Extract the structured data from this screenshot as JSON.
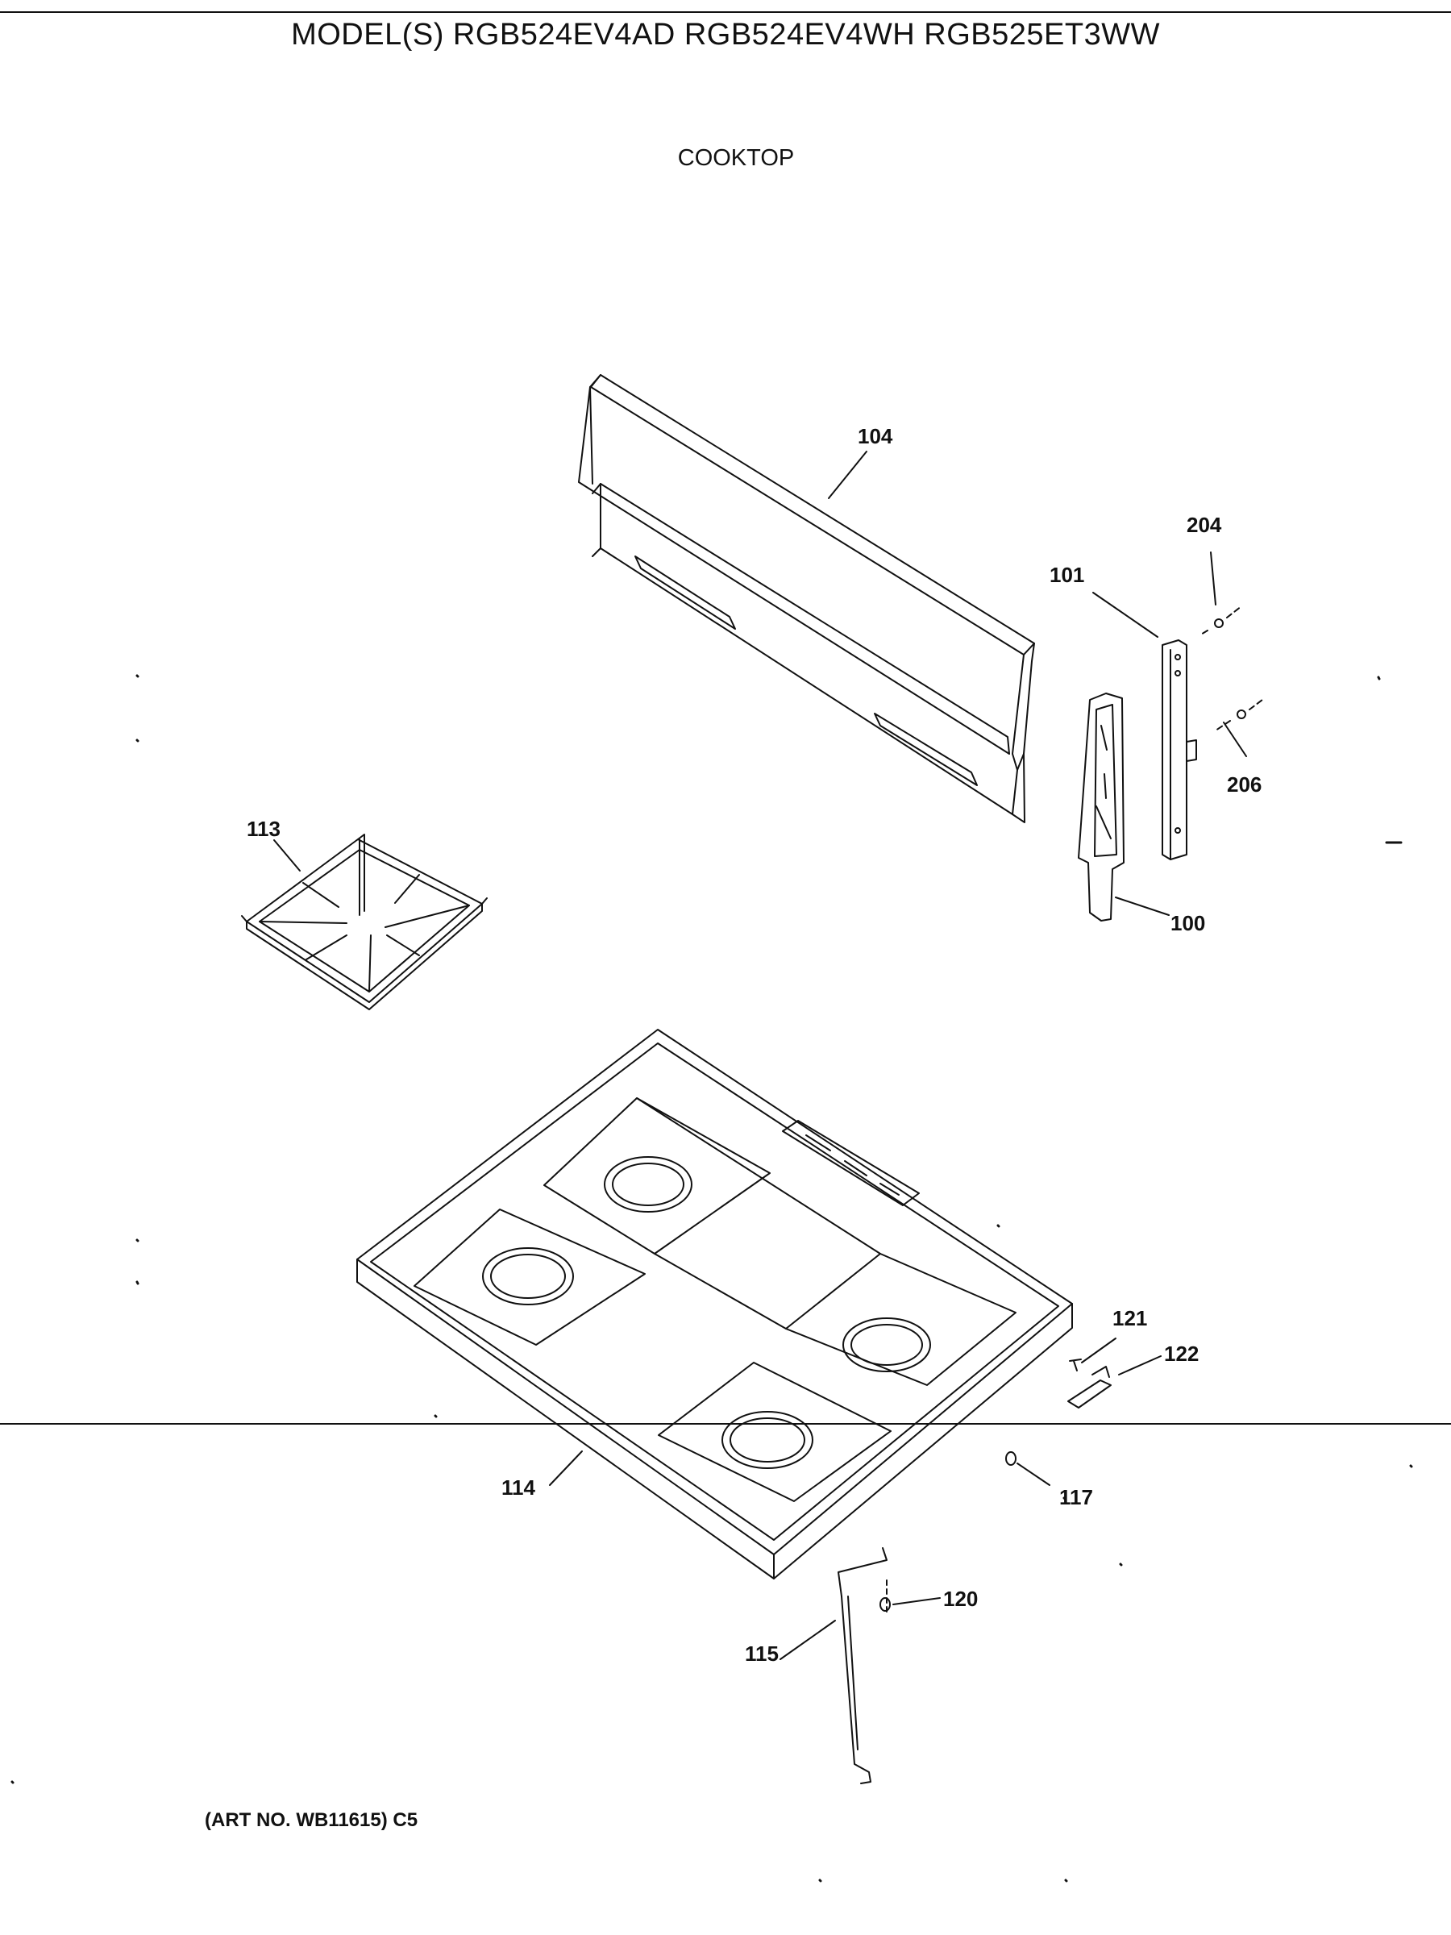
{
  "header": {
    "title": "MODEL(S) RGB524EV4AD   RGB524EV4WH   RGB525ET3WW",
    "subtitle": "COOKTOP"
  },
  "footer": {
    "art_no": "(ART NO. WB11615) C5"
  },
  "callouts": {
    "c104": "104",
    "c204": "204",
    "c101": "101",
    "c206": "206",
    "c100": "100",
    "c113": "113",
    "c121": "121",
    "c122": "122",
    "c114": "114",
    "c117": "117",
    "c120": "120",
    "c115": "115"
  }
}
